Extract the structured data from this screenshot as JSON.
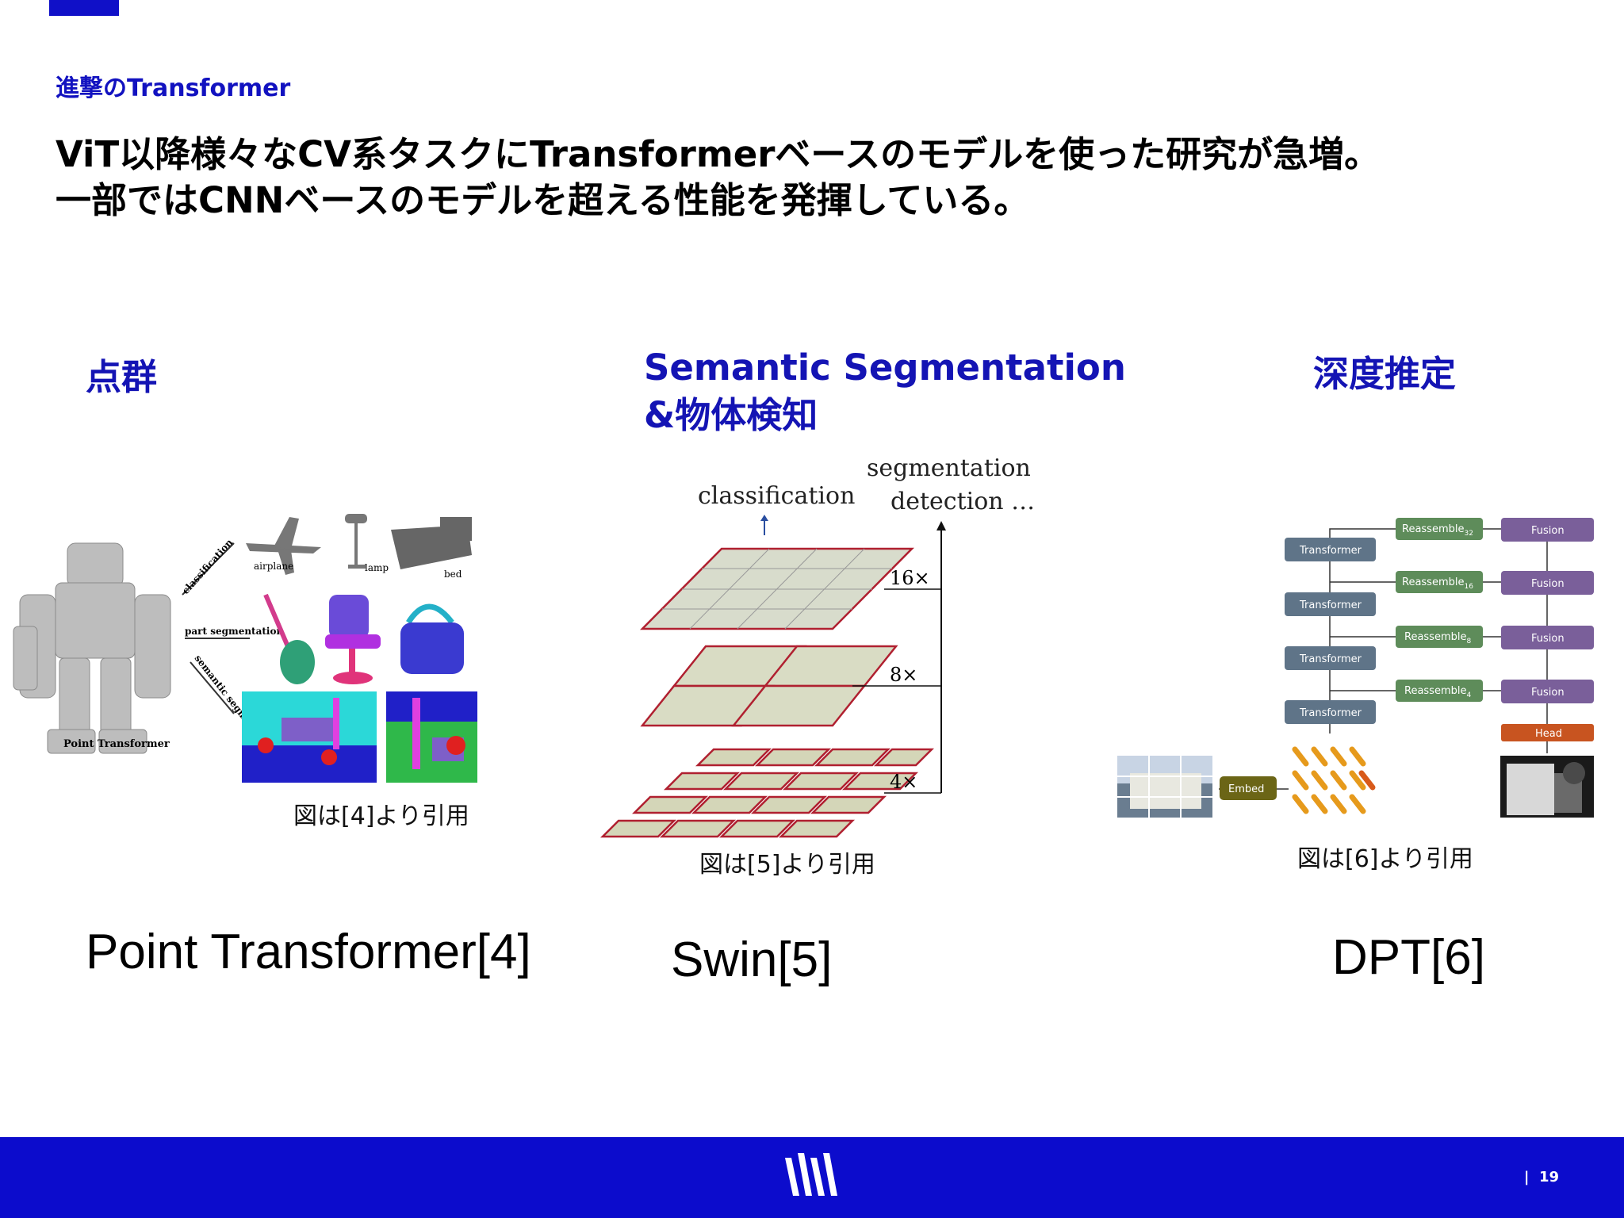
{
  "slide": {
    "section": "進撃のTransformer",
    "headline": "ViT以降様々なCV系タスクにTransformerベースのモデルを使った研究が急増。\n一部ではCNNベースのモデルを超える性能を発揮している。",
    "page_number": "19",
    "page_separator": "|",
    "logo": "company-logo-icon"
  },
  "columns": [
    {
      "title": "点群",
      "model": "Point Transformer[4]",
      "caption": "図は[4]より引用",
      "figure": {
        "label": "Point Transformer",
        "tasks": [
          "classification",
          "part segmentation",
          "semantic segmentation"
        ],
        "objects": [
          "airplane",
          "lamp",
          "bed"
        ]
      }
    },
    {
      "title": "Semantic Segmentation\n&物体検知",
      "model": "Swin[5]",
      "caption": "図は[5]より引用",
      "figure": {
        "top_label": "classification",
        "right_label_1": "segmentation",
        "right_label_2": "detection …",
        "scales": [
          "16×",
          "8×",
          "4×"
        ]
      }
    },
    {
      "title": "深度推定",
      "model": "DPT[6]",
      "caption": "図は[6]より引用",
      "figure": {
        "transformer": "Transformer",
        "reassemble": [
          "Reassemble",
          "32",
          "16",
          "8",
          "4"
        ],
        "fusion": "Fusion",
        "head": "Head",
        "embed": "Embed"
      }
    }
  ],
  "colors": {
    "accent": "#1414b4",
    "footer": "#0c0ccc"
  }
}
